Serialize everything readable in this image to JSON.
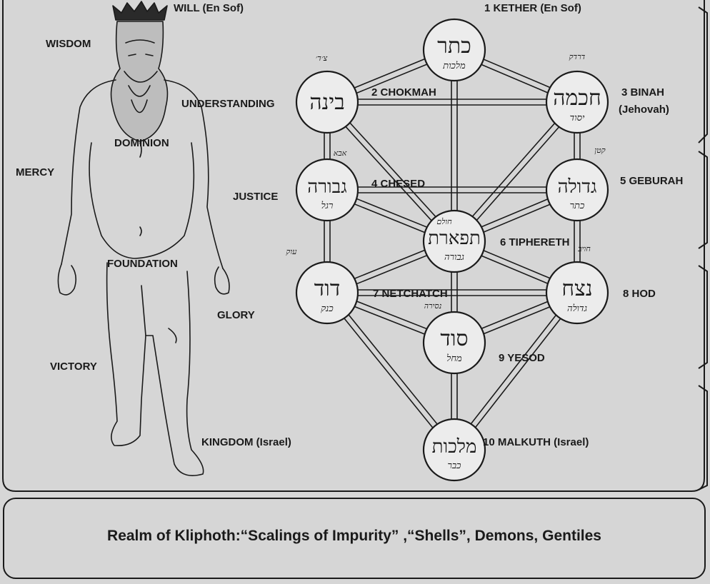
{
  "body_labels": {
    "will": "WILL (En Sof)",
    "wisdom": "WISDOM",
    "understanding": "UNDERSTANDING",
    "dominion": "DOMINION",
    "mercy": "MERCY",
    "justice": "JUSTICE",
    "foundation": "FOUNDATION",
    "glory": "GLORY",
    "victory": "VICTORY",
    "kingdom": "KINGDOM (Israel)"
  },
  "sephiroth": [
    {
      "label": "1 KETHER (En Sof)",
      "hebrew": "כתר",
      "sub": "מלכות"
    },
    {
      "label": "2 CHOKMAH",
      "hebrew": "בינה",
      "sub": "",
      "note": "צ׳ד׳"
    },
    {
      "label": "3 BINAH",
      "label2": "(Jehovah)",
      "hebrew": "חכמה",
      "sub": "יסוד",
      "note": "דרדק"
    },
    {
      "label": "4 CHESED",
      "hebrew": "גבורה",
      "sub": "רגל",
      "note": "אבא"
    },
    {
      "label": "5 GEBURAH",
      "hebrew": "גדולה",
      "sub": "כתר",
      "note": "קטן"
    },
    {
      "label": "6 TIPHERETH",
      "hebrew": "תפארת",
      "sub": "גבורה",
      "note": "חולם"
    },
    {
      "label": "7 NETCHATCH",
      "hebrew": "דוד",
      "sub": "כנק",
      "note": "עוק"
    },
    {
      "label": "8 HOD",
      "hebrew": "נצח",
      "sub": "גדולה",
      "note": "חויב"
    },
    {
      "label": "9 YESOD",
      "hebrew": "סוד",
      "sub": "מחל",
      "note": "נסירה"
    },
    {
      "label": "10 MALKUTH (Israel)",
      "hebrew": "מלכות",
      "sub": "כבר"
    }
  ],
  "footer": {
    "text": "Realm of Kliphoth:“Scalings of Impurity” ,“Shells”, Demons, Gentiles"
  }
}
